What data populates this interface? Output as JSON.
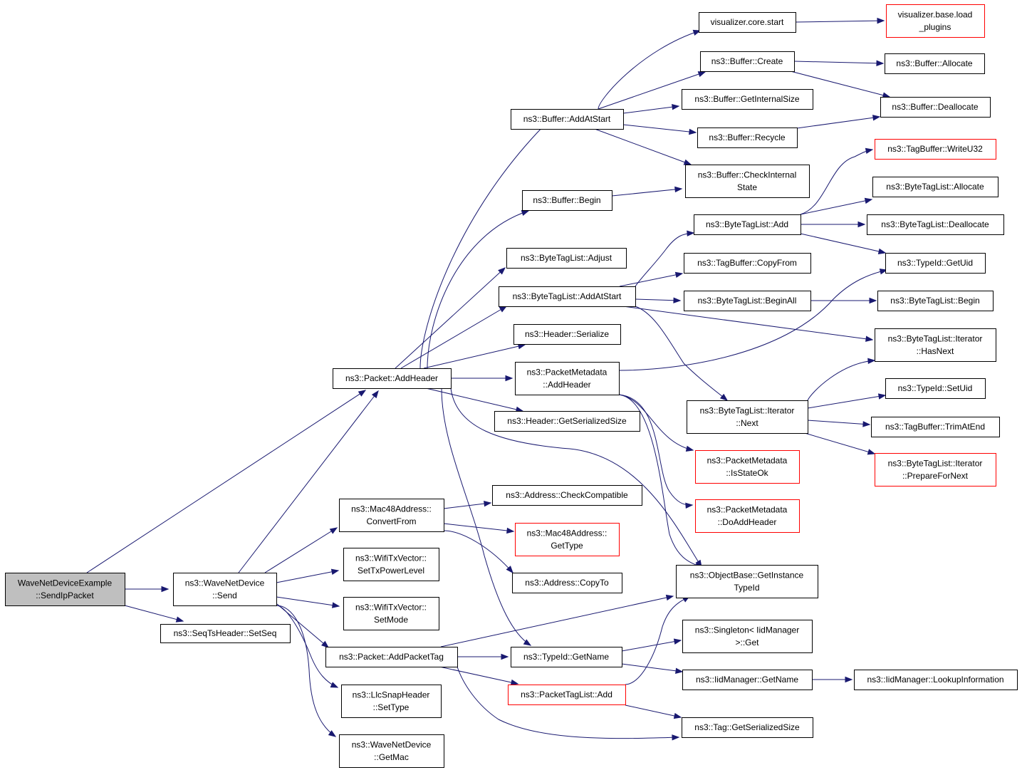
{
  "graph": {
    "colors": {
      "edge": "#191970",
      "node_border": "#000000",
      "node_border_truncated": "#ff0000",
      "node_fill": "#ffffff",
      "root_fill": "#bfbfbf"
    },
    "nodes": [
      {
        "id": "sendip",
        "lines": [
          "WaveNetDeviceExample",
          "::SendIpPacket"
        ],
        "style": "root"
      },
      {
        "id": "wnd_send",
        "lines": [
          "ns3::WaveNetDevice",
          "::Send"
        ],
        "style": "normal"
      },
      {
        "id": "seqts",
        "lines": [
          "ns3::SeqTsHeader::SetSeq"
        ],
        "style": "normal"
      },
      {
        "id": "addheader",
        "lines": [
          "ns3::Packet::AddHeader"
        ],
        "style": "normal"
      },
      {
        "id": "mac48conv",
        "lines": [
          "ns3::Mac48Address::",
          "ConvertFrom"
        ],
        "style": "normal"
      },
      {
        "id": "settxpow",
        "lines": [
          "ns3::WifiTxVector::",
          "SetTxPowerLevel"
        ],
        "style": "normal"
      },
      {
        "id": "setmode",
        "lines": [
          "ns3::WifiTxVector::",
          "SetMode"
        ],
        "style": "normal"
      },
      {
        "id": "addptag",
        "lines": [
          "ns3::Packet::AddPacketTag"
        ],
        "style": "normal"
      },
      {
        "id": "llcsettype",
        "lines": [
          "ns3::LlcSnapHeader",
          "::SetType"
        ],
        "style": "normal"
      },
      {
        "id": "getmac",
        "lines": [
          "ns3::WaveNetDevice",
          "::GetMac"
        ],
        "style": "normal"
      },
      {
        "id": "bufaddstart",
        "lines": [
          "ns3::Buffer::AddAtStart"
        ],
        "style": "normal"
      },
      {
        "id": "bufbegin",
        "lines": [
          "ns3::Buffer::Begin"
        ],
        "style": "normal"
      },
      {
        "id": "btladjust",
        "lines": [
          "ns3::ByteTagList::Adjust"
        ],
        "style": "normal"
      },
      {
        "id": "btladdstart",
        "lines": [
          "ns3::ByteTagList::AddAtStart"
        ],
        "style": "normal"
      },
      {
        "id": "hdrserial",
        "lines": [
          "ns3::Header::Serialize"
        ],
        "style": "normal"
      },
      {
        "id": "pmaddheader",
        "lines": [
          "ns3::PacketMetadata",
          "::AddHeader"
        ],
        "style": "normal"
      },
      {
        "id": "hdrgetsize",
        "lines": [
          "ns3::Header::GetSerializedSize"
        ],
        "style": "normal"
      },
      {
        "id": "addrcheck",
        "lines": [
          "ns3::Address::CheckCompatible"
        ],
        "style": "normal"
      },
      {
        "id": "mac48gettype",
        "lines": [
          "ns3::Mac48Address::",
          "GetType"
        ],
        "style": "truncated"
      },
      {
        "id": "addrcopyto",
        "lines": [
          "ns3::Address::CopyTo"
        ],
        "style": "normal"
      },
      {
        "id": "tidgetname",
        "lines": [
          "ns3::TypeId::GetName"
        ],
        "style": "normal"
      },
      {
        "id": "ptladd",
        "lines": [
          "ns3::PacketTagList::Add"
        ],
        "style": "truncated"
      },
      {
        "id": "vizstart",
        "lines": [
          "visualizer.core.start"
        ],
        "style": "normal"
      },
      {
        "id": "bufcreate",
        "lines": [
          "ns3::Buffer::Create"
        ],
        "style": "normal"
      },
      {
        "id": "bufgetint",
        "lines": [
          "ns3::Buffer::GetInternalSize"
        ],
        "style": "normal"
      },
      {
        "id": "bufrecycle",
        "lines": [
          "ns3::Buffer::Recycle"
        ],
        "style": "normal"
      },
      {
        "id": "bufcheck",
        "lines": [
          "ns3::Buffer::CheckInternal",
          "State"
        ],
        "style": "normal"
      },
      {
        "id": "btladd",
        "lines": [
          "ns3::ByteTagList::Add"
        ],
        "style": "normal"
      },
      {
        "id": "tbcopy",
        "lines": [
          "ns3::TagBuffer::CopyFrom"
        ],
        "style": "normal"
      },
      {
        "id": "btlbeginall",
        "lines": [
          "ns3::ByteTagList::BeginAll"
        ],
        "style": "normal"
      },
      {
        "id": "btlitnext",
        "lines": [
          "ns3::ByteTagList::Iterator",
          "::Next"
        ],
        "style": "normal"
      },
      {
        "id": "pmstate",
        "lines": [
          "ns3::PacketMetadata",
          "::IsStateOk"
        ],
        "style": "truncated"
      },
      {
        "id": "pmdoadd",
        "lines": [
          "ns3::PacketMetadata",
          "::DoAddHeader"
        ],
        "style": "truncated"
      },
      {
        "id": "objgetinst",
        "lines": [
          "ns3::ObjectBase::GetInstance",
          "TypeId"
        ],
        "style": "normal"
      },
      {
        "id": "singget",
        "lines": [
          "ns3::Singleton< IidManager",
          ">::Get"
        ],
        "style": "normal"
      },
      {
        "id": "iidgetname",
        "lines": [
          "ns3::IidManager::GetName"
        ],
        "style": "normal"
      },
      {
        "id": "taggetsize",
        "lines": [
          "ns3::Tag::GetSerializedSize"
        ],
        "style": "normal"
      },
      {
        "id": "vizload",
        "lines": [
          "visualizer.base.load",
          "_plugins"
        ],
        "style": "truncated"
      },
      {
        "id": "bufalloc",
        "lines": [
          "ns3::Buffer::Allocate"
        ],
        "style": "normal"
      },
      {
        "id": "bufdealloc",
        "lines": [
          "ns3::Buffer::Deallocate"
        ],
        "style": "normal"
      },
      {
        "id": "tbwrite",
        "lines": [
          "ns3::TagBuffer::WriteU32"
        ],
        "style": "truncated"
      },
      {
        "id": "btlalloc",
        "lines": [
          "ns3::ByteTagList::Allocate"
        ],
        "style": "normal"
      },
      {
        "id": "btldealloc",
        "lines": [
          "ns3::ByteTagList::Deallocate"
        ],
        "style": "normal"
      },
      {
        "id": "tidgetuid",
        "lines": [
          "ns3::TypeId::GetUid"
        ],
        "style": "normal"
      },
      {
        "id": "btlbegin",
        "lines": [
          "ns3::ByteTagList::Begin"
        ],
        "style": "normal"
      },
      {
        "id": "btlithasnext",
        "lines": [
          "ns3::ByteTagList::Iterator",
          "::HasNext"
        ],
        "style": "normal"
      },
      {
        "id": "tidsetuid",
        "lines": [
          "ns3::TypeId::SetUid"
        ],
        "style": "normal"
      },
      {
        "id": "tbtrim",
        "lines": [
          "ns3::TagBuffer::TrimAtEnd"
        ],
        "style": "normal"
      },
      {
        "id": "btlitprep",
        "lines": [
          "ns3::ByteTagList::Iterator",
          "::PrepareForNext"
        ],
        "style": "truncated"
      },
      {
        "id": "iidlookup",
        "lines": [
          "ns3::IidManager::LookupInformation"
        ],
        "style": "normal"
      }
    ],
    "edges": [
      {
        "from": "sendip",
        "to": "addheader"
      },
      {
        "from": "sendip",
        "to": "wnd_send"
      },
      {
        "from": "sendip",
        "to": "seqts"
      },
      {
        "from": "wnd_send",
        "to": "addheader"
      },
      {
        "from": "wnd_send",
        "to": "mac48conv"
      },
      {
        "from": "wnd_send",
        "to": "settxpow"
      },
      {
        "from": "wnd_send",
        "to": "setmode"
      },
      {
        "from": "wnd_send",
        "to": "addptag"
      },
      {
        "from": "wnd_send",
        "to": "llcsettype"
      },
      {
        "from": "wnd_send",
        "to": "getmac"
      },
      {
        "from": "addheader",
        "to": "bufaddstart"
      },
      {
        "from": "addheader",
        "to": "bufbegin"
      },
      {
        "from": "addheader",
        "to": "btladjust"
      },
      {
        "from": "addheader",
        "to": "btladdstart"
      },
      {
        "from": "addheader",
        "to": "hdrserial"
      },
      {
        "from": "addheader",
        "to": "pmaddheader"
      },
      {
        "from": "addheader",
        "to": "hdrgetsize"
      },
      {
        "from": "addheader",
        "to": "objgetinst"
      },
      {
        "from": "addheader",
        "to": "tidgetname"
      },
      {
        "from": "mac48conv",
        "to": "addrcheck"
      },
      {
        "from": "mac48conv",
        "to": "mac48gettype"
      },
      {
        "from": "mac48conv",
        "to": "addrcopyto"
      },
      {
        "from": "addptag",
        "to": "objgetinst"
      },
      {
        "from": "addptag",
        "to": "tidgetname"
      },
      {
        "from": "addptag",
        "to": "ptladd"
      },
      {
        "from": "addptag",
        "to": "taggetsize"
      },
      {
        "from": "bufaddstart",
        "to": "vizstart"
      },
      {
        "from": "bufaddstart",
        "to": "bufcreate"
      },
      {
        "from": "bufaddstart",
        "to": "bufgetint"
      },
      {
        "from": "bufaddstart",
        "to": "bufrecycle"
      },
      {
        "from": "bufaddstart",
        "to": "bufcheck"
      },
      {
        "from": "bufbegin",
        "to": "bufcheck"
      },
      {
        "from": "btladdstart",
        "to": "btladd"
      },
      {
        "from": "btladdstart",
        "to": "tbcopy"
      },
      {
        "from": "btladdstart",
        "to": "btlbeginall"
      },
      {
        "from": "btladdstart",
        "to": "btlithasnext"
      },
      {
        "from": "btladdstart",
        "to": "btlitnext"
      },
      {
        "from": "pmaddheader",
        "to": "tidgetuid"
      },
      {
        "from": "pmaddheader",
        "to": "pmstate"
      },
      {
        "from": "pmaddheader",
        "to": "pmdoadd"
      },
      {
        "from": "pmaddheader",
        "to": "objgetinst"
      },
      {
        "from": "tidgetname",
        "to": "singget"
      },
      {
        "from": "tidgetname",
        "to": "iidgetname"
      },
      {
        "from": "ptladd",
        "to": "objgetinst"
      },
      {
        "from": "ptladd",
        "to": "taggetsize"
      },
      {
        "from": "vizstart",
        "to": "vizload"
      },
      {
        "from": "bufcreate",
        "to": "bufalloc"
      },
      {
        "from": "bufcreate",
        "to": "bufdealloc"
      },
      {
        "from": "bufrecycle",
        "to": "bufdealloc"
      },
      {
        "from": "btladd",
        "to": "tbwrite"
      },
      {
        "from": "btladd",
        "to": "btlalloc"
      },
      {
        "from": "btladd",
        "to": "btldealloc"
      },
      {
        "from": "btladd",
        "to": "tidgetuid"
      },
      {
        "from": "btlbeginall",
        "to": "btlbegin"
      },
      {
        "from": "btlitnext",
        "to": "btlithasnext"
      },
      {
        "from": "btlitnext",
        "to": "tidsetuid"
      },
      {
        "from": "btlitnext",
        "to": "tbtrim"
      },
      {
        "from": "btlitnext",
        "to": "btlitprep"
      },
      {
        "from": "iidgetname",
        "to": "iidlookup"
      }
    ]
  }
}
